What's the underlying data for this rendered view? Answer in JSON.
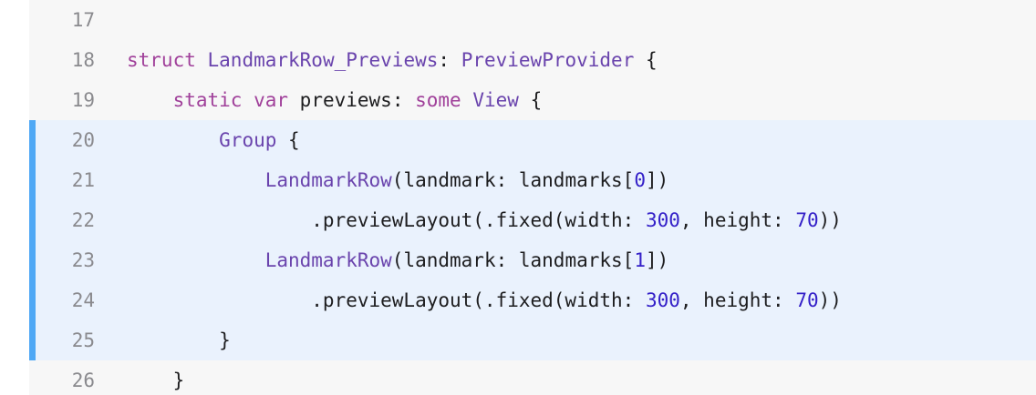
{
  "editor": {
    "highlight_color": "#4fa8f5",
    "lines": [
      {
        "number": "17",
        "highlighted": false,
        "tokens": []
      },
      {
        "number": "18",
        "highlighted": false,
        "tokens": [
          {
            "text": "struct",
            "kind": "kw"
          },
          {
            "text": " ",
            "kind": "plain"
          },
          {
            "text": "LandmarkRow_Previews",
            "kind": "ty"
          },
          {
            "text": ": ",
            "kind": "plain"
          },
          {
            "text": "PreviewProvider",
            "kind": "ty"
          },
          {
            "text": " {",
            "kind": "plain"
          }
        ]
      },
      {
        "number": "19",
        "highlighted": false,
        "tokens": [
          {
            "text": "    ",
            "kind": "plain"
          },
          {
            "text": "static",
            "kind": "kw"
          },
          {
            "text": " ",
            "kind": "plain"
          },
          {
            "text": "var",
            "kind": "kw"
          },
          {
            "text": " previews: ",
            "kind": "plain"
          },
          {
            "text": "some",
            "kind": "kw"
          },
          {
            "text": " ",
            "kind": "plain"
          },
          {
            "text": "View",
            "kind": "ty"
          },
          {
            "text": " {",
            "kind": "plain"
          }
        ]
      },
      {
        "number": "20",
        "highlighted": true,
        "tokens": [
          {
            "text": "        ",
            "kind": "plain"
          },
          {
            "text": "Group",
            "kind": "ty"
          },
          {
            "text": " {",
            "kind": "plain"
          }
        ]
      },
      {
        "number": "21",
        "highlighted": true,
        "tokens": [
          {
            "text": "            ",
            "kind": "plain"
          },
          {
            "text": "LandmarkRow",
            "kind": "ty"
          },
          {
            "text": "(landmark: landmarks[",
            "kind": "plain"
          },
          {
            "text": "0",
            "kind": "num"
          },
          {
            "text": "])",
            "kind": "plain"
          }
        ]
      },
      {
        "number": "22",
        "highlighted": true,
        "tokens": [
          {
            "text": "                .previewLayout(.fixed(width: ",
            "kind": "plain"
          },
          {
            "text": "300",
            "kind": "num"
          },
          {
            "text": ", height: ",
            "kind": "plain"
          },
          {
            "text": "70",
            "kind": "num"
          },
          {
            "text": "))",
            "kind": "plain"
          }
        ]
      },
      {
        "number": "23",
        "highlighted": true,
        "tokens": [
          {
            "text": "            ",
            "kind": "plain"
          },
          {
            "text": "LandmarkRow",
            "kind": "ty"
          },
          {
            "text": "(landmark: landmarks[",
            "kind": "plain"
          },
          {
            "text": "1",
            "kind": "num"
          },
          {
            "text": "])",
            "kind": "plain"
          }
        ]
      },
      {
        "number": "24",
        "highlighted": true,
        "tokens": [
          {
            "text": "                .previewLayout(.fixed(width: ",
            "kind": "plain"
          },
          {
            "text": "300",
            "kind": "num"
          },
          {
            "text": ", height: ",
            "kind": "plain"
          },
          {
            "text": "70",
            "kind": "num"
          },
          {
            "text": "))",
            "kind": "plain"
          }
        ]
      },
      {
        "number": "25",
        "highlighted": true,
        "tokens": [
          {
            "text": "        }",
            "kind": "plain"
          }
        ]
      },
      {
        "number": "26",
        "highlighted": false,
        "tokens": [
          {
            "text": "    }",
            "kind": "plain"
          }
        ]
      }
    ]
  }
}
